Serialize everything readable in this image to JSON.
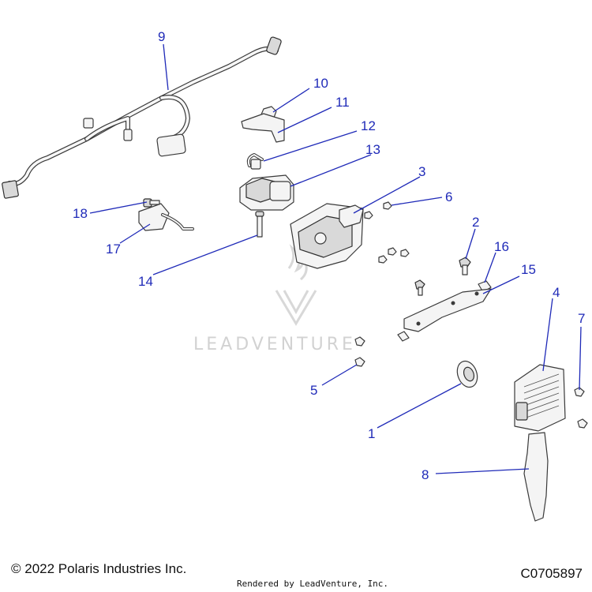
{
  "watermark": {
    "text": "LEADVENTURE",
    "mark": "leadventure-logo"
  },
  "callouts": [
    {
      "id": "label-1",
      "text": "1"
    },
    {
      "id": "label-2",
      "text": "2"
    },
    {
      "id": "label-3",
      "text": "3"
    },
    {
      "id": "label-4",
      "text": "4"
    },
    {
      "id": "label-5",
      "text": "5"
    },
    {
      "id": "label-6",
      "text": "6"
    },
    {
      "id": "label-7",
      "text": "7"
    },
    {
      "id": "label-8",
      "text": "8"
    },
    {
      "id": "label-9",
      "text": "9"
    },
    {
      "id": "label-10",
      "text": "10"
    },
    {
      "id": "label-11",
      "text": "11"
    },
    {
      "id": "label-12",
      "text": "12"
    },
    {
      "id": "label-13",
      "text": "13"
    },
    {
      "id": "label-14",
      "text": "14"
    },
    {
      "id": "label-15",
      "text": "15"
    },
    {
      "id": "label-16",
      "text": "16"
    },
    {
      "id": "label-17",
      "text": "17"
    },
    {
      "id": "label-18",
      "text": "18"
    }
  ],
  "footer": {
    "copyright": "© 2022 Polaris Industries Inc.",
    "rendered_by": "Rendered by LeadVenture, Inc.",
    "drawing_number": "C0705897"
  },
  "colors": {
    "callout": "#1f2ab8",
    "line_art": "#3a3a3a",
    "watermark": "#d2d2d2"
  }
}
